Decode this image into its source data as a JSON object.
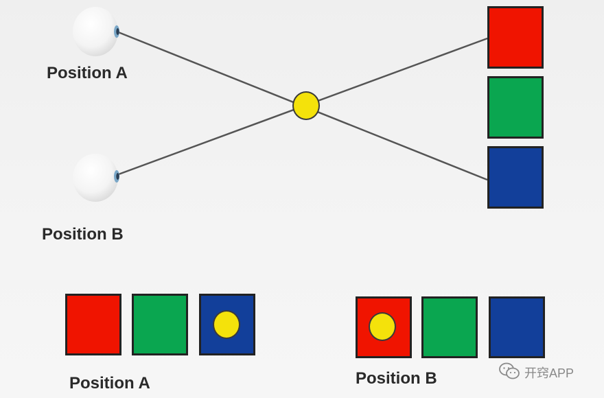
{
  "labels": {
    "top_position_a": "Position A",
    "top_position_b": "Position B",
    "bottom_position_a": "Position A",
    "bottom_position_b": "Position B"
  },
  "colors": {
    "red": "#f01400",
    "green": "#0aa650",
    "blue": "#123f9a",
    "yellow": "#f4e20b",
    "line": "#555555",
    "eye_iris": "#7aa7c7"
  },
  "icons": {
    "eye_a": "eye-icon",
    "eye_b": "eye-icon",
    "watermark": "wechat-icon"
  },
  "watermark": {
    "text": "开窍APP"
  }
}
